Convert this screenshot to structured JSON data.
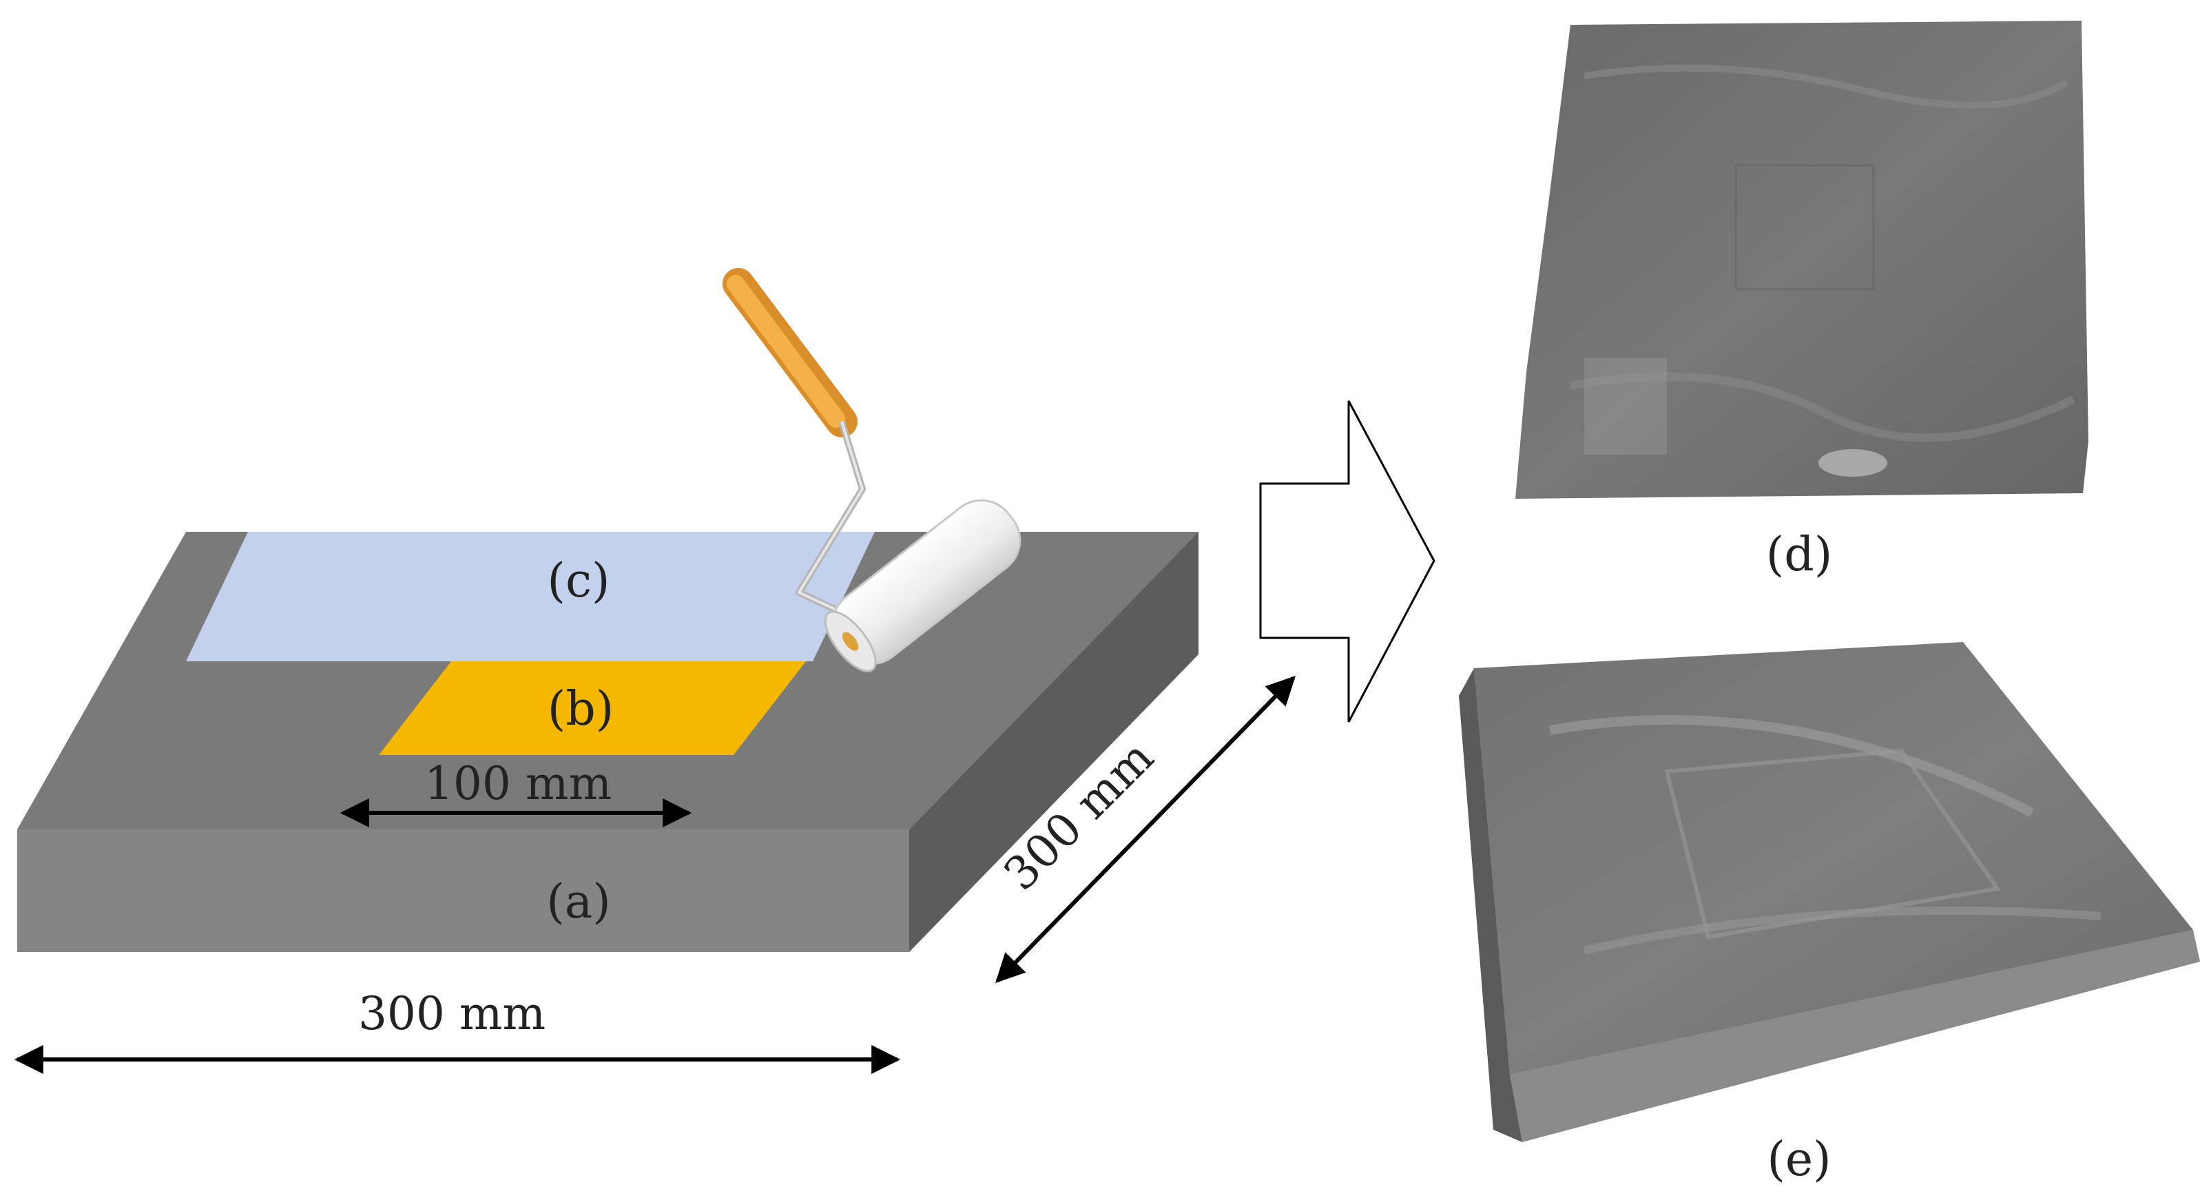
{
  "labels": {
    "a": "(a)",
    "b": "(b)",
    "c": "(c)",
    "d": "(d)",
    "e": "(e)"
  },
  "dimensions": {
    "width_300": "300 mm",
    "depth_300": "300 mm",
    "patch_100": "100 mm"
  },
  "colors": {
    "slab_top": "#7a7a7a",
    "slab_front": "#858585",
    "slab_side": "#5c5c5c",
    "coating": "#c3d1ec",
    "patch": "#f5b800",
    "roller_handle": "#f0a23a",
    "roller_frame": "#bdbdbd",
    "photo_slab": "#6e6e6e"
  },
  "icons": {
    "roller": "paint-roller-icon",
    "arrow": "process-arrow-icon"
  }
}
